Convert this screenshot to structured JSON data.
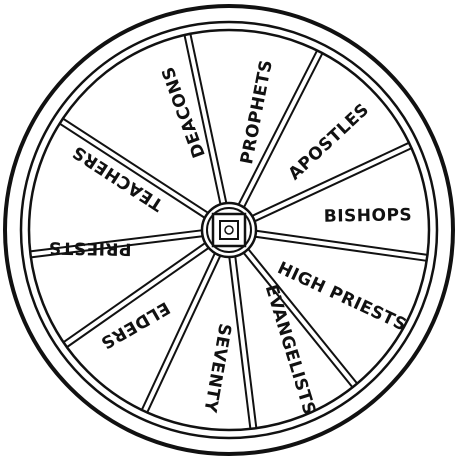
{
  "diagram": {
    "type": "wheel",
    "hub": "concentric square in circle",
    "segments": [
      {
        "label": "PROPHETS"
      },
      {
        "label": "APOSTLES"
      },
      {
        "label": "BISHOPS"
      },
      {
        "label": "HIGH PRIESTS"
      },
      {
        "label": "EVANGELISTS"
      },
      {
        "label": "SEVENTY"
      },
      {
        "label": "ELDERS"
      },
      {
        "label": "PRIESTS"
      },
      {
        "label": "TEACHERS"
      },
      {
        "label": "DEACONS"
      }
    ],
    "colors": {
      "ink": "#111111",
      "background": "#ffffff"
    }
  }
}
